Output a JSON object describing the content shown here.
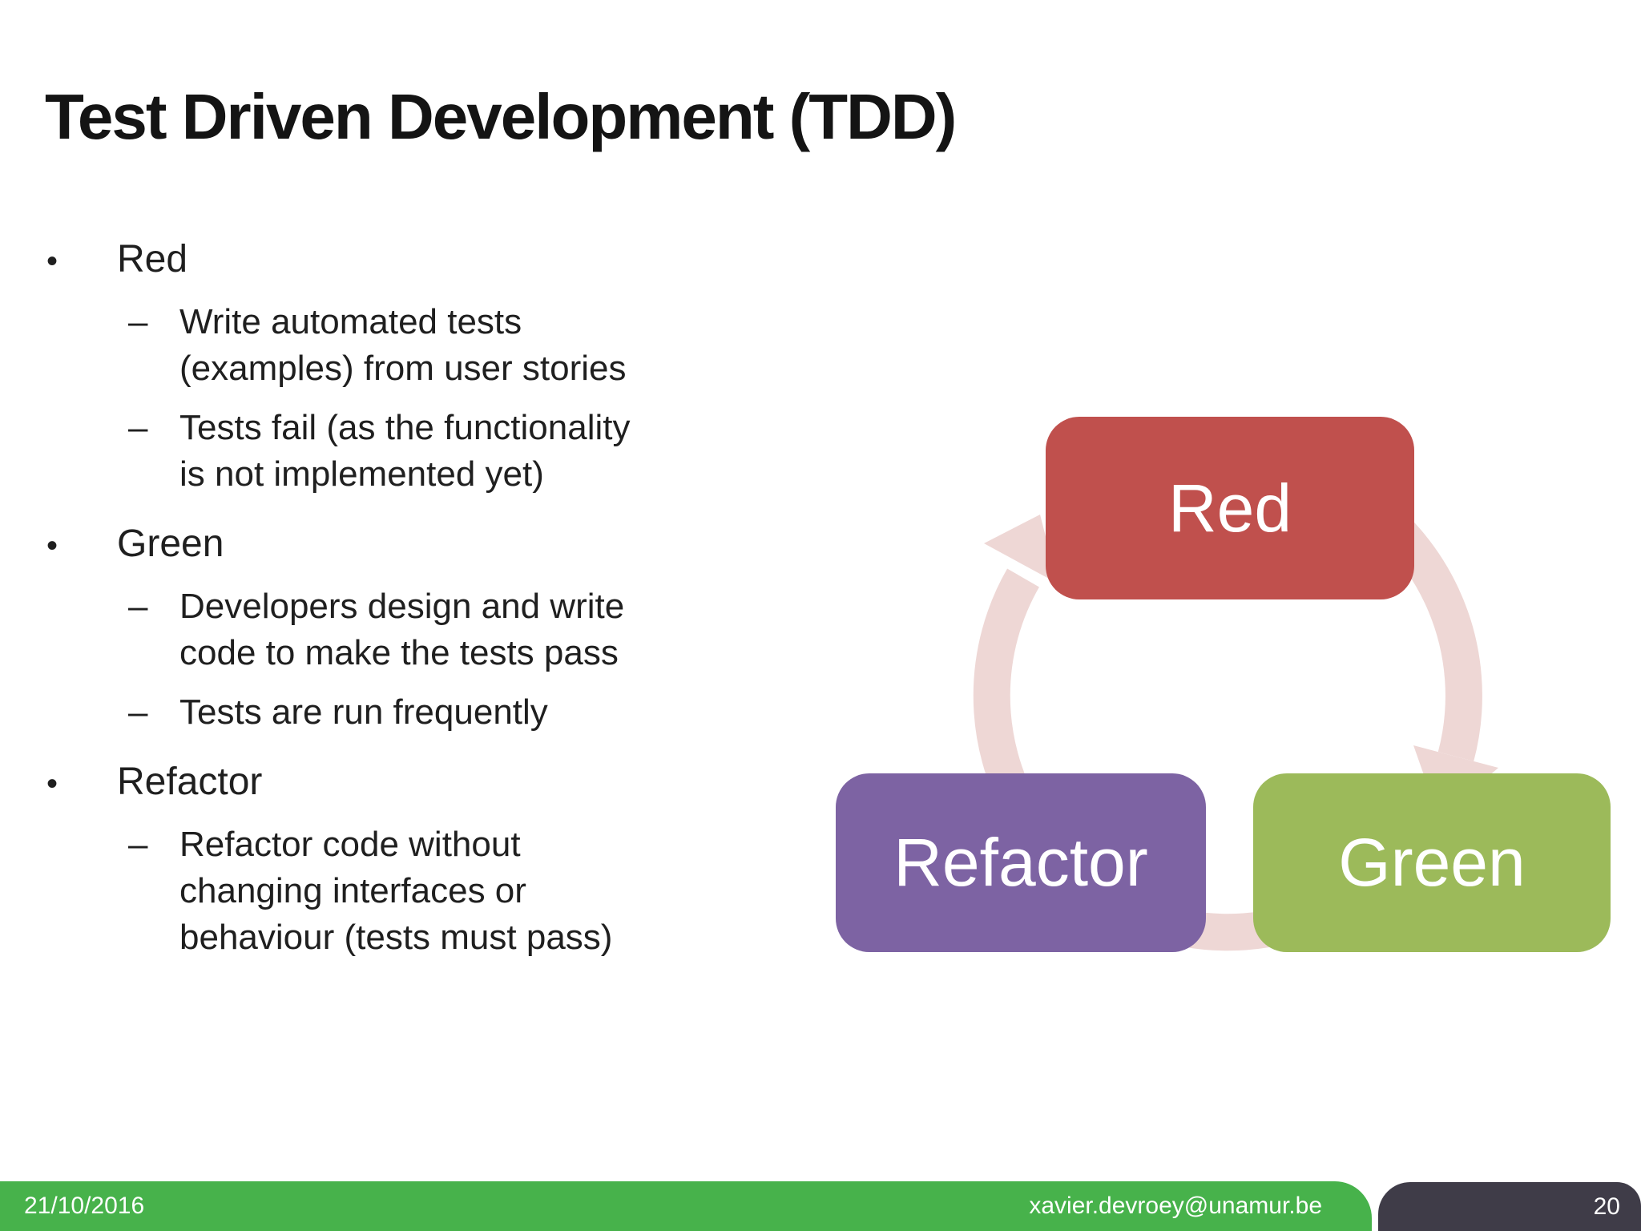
{
  "slide": {
    "title": "Test Driven Development (TDD)"
  },
  "markers": {
    "level1": "•",
    "level2": "–"
  },
  "bullets": [
    {
      "label": "Red",
      "subs": [
        {
          "lines": [
            "Write automated tests",
            "(examples) from user stories"
          ]
        },
        {
          "lines": [
            "Tests fail (as the functionality",
            "is not implemented yet)"
          ]
        }
      ]
    },
    {
      "label": "Green",
      "subs": [
        {
          "lines": [
            "Developers design and write",
            "code to make the tests pass"
          ]
        },
        {
          "lines": [
            "Tests are run frequently"
          ]
        }
      ]
    },
    {
      "label": "Refactor",
      "subs": [
        {
          "lines": [
            "Refactor code without",
            "changing interfaces or",
            "behaviour (tests must pass)"
          ]
        }
      ]
    }
  ],
  "diagram": {
    "type": "cycle",
    "flow": [
      "Red",
      "Green",
      "Refactor"
    ],
    "arrow_color": "#eed7d5",
    "nodes": [
      {
        "label": "Red",
        "color": "#c0504d"
      },
      {
        "label": "Green",
        "color": "#9cba5a"
      },
      {
        "label": "Refactor",
        "color": "#7d63a3"
      }
    ]
  },
  "footer": {
    "date": "21/10/2016",
    "email": "xavier.devroey@unamur.be",
    "page": "20",
    "bar_color": "#47b24b",
    "page_box_color": "#3f3c48"
  }
}
